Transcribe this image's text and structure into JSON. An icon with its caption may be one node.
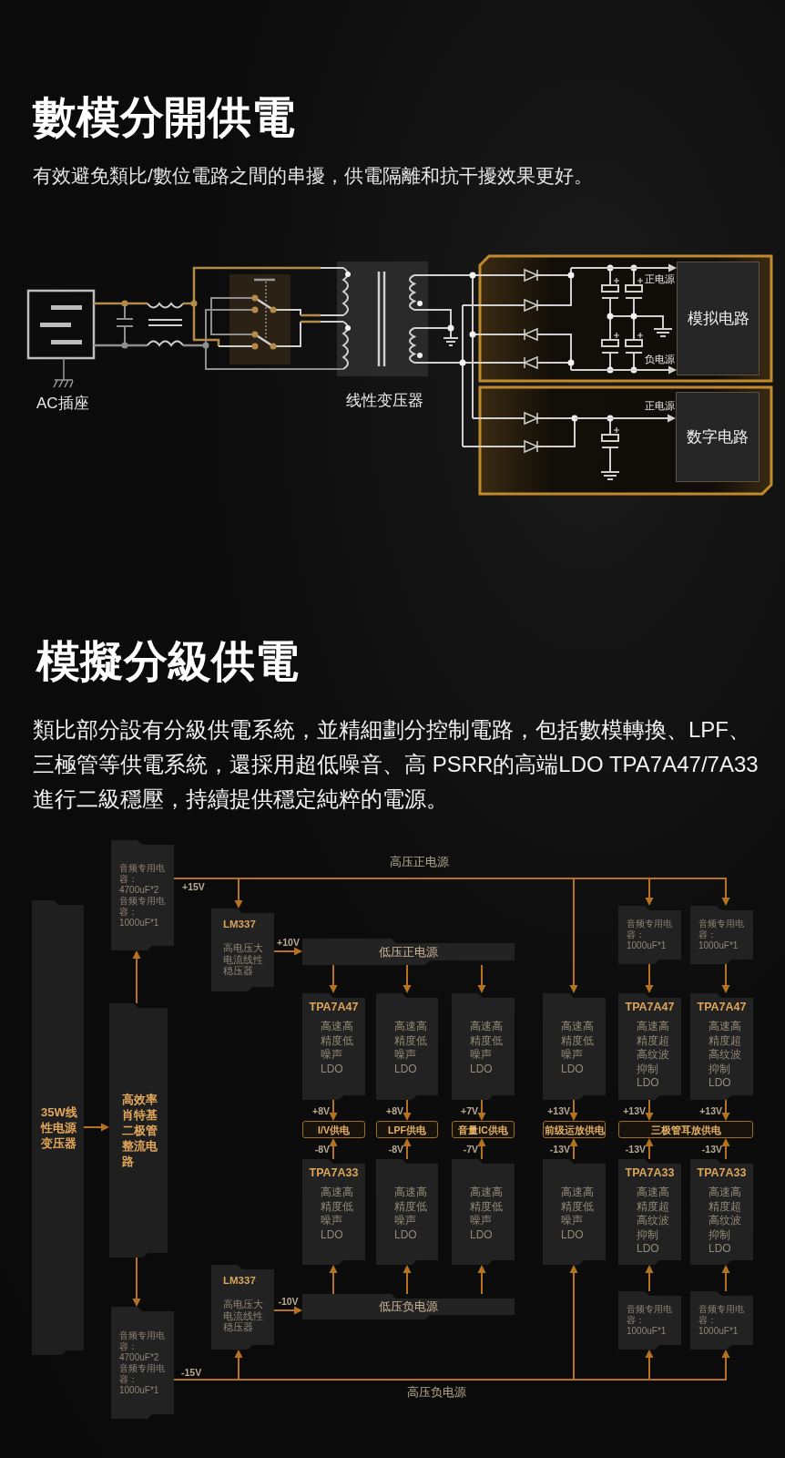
{
  "diagram": {
    "title": "數模分開供電",
    "nodes": [
      {
        "text": [
          "模拟电路"
        ]
      },
      {
        "text": [
          "数字电路"
        ]
      },
      {
        "text": [
          "35W线性电源变压器"
        ]
      },
      {
        "text": [
          "高效率肖特基二极管整流电路"
        ]
      },
      {
        "text": [
          "音频专用电容：4700uF*2",
          "音频专用电容：1000uF*1"
        ]
      },
      {
        "text": [
          "LM337",
          "高电压大电流线性稳压器"
        ]
      },
      {
        "text": [
          "低压正电源"
        ]
      },
      {
        "text": [
          "音频专用电容：1000uF*1"
        ]
      },
      {
        "text": [
          "音频专用电容：1000uF*1"
        ]
      },
      {
        "text": [
          "TPA7A47",
          "高速高精度低噪声LDO"
        ]
      },
      {
        "text": [
          "高速高精度低噪声LDO"
        ]
      },
      {
        "text": [
          "高速高精度低噪声LDO"
        ]
      },
      {
        "text": [
          "高速高精度低噪声LDO"
        ]
      },
      {
        "text": [
          "TPA7A47",
          "高速高精度超高纹波抑制LDO"
        ]
      },
      {
        "text": [
          "TPA7A47",
          "高速高精度超高纹波抑制LDO"
        ]
      },
      {
        "text": [
          "I/V供电"
        ]
      },
      {
        "text": [
          "LPF供电"
        ]
      },
      {
        "text": [
          "音量IC供电"
        ]
      },
      {
        "text": [
          "前级运放供电"
        ]
      },
      {
        "text": [
          "三极管耳放供电"
        ]
      },
      {
        "text": [
          "TPA7A33",
          "高速高精度低噪声LDO"
        ]
      },
      {
        "text": [
          "高速高精度低噪声LDO"
        ]
      },
      {
        "text": [
          "高速高精度低噪声LDO"
        ]
      },
      {
        "text": [
          "高速高精度低噪声LDO"
        ]
      },
      {
        "text": [
          "TPA7A33",
          "高速高精度超高纹波抑制LDO"
        ]
      },
      {
        "text": [
          "TPA7A33",
          "高速高精度超高纹波抑制LDO"
        ]
      },
      {
        "text": [
          "LM337",
          "高电压大电流线性稳压器"
        ]
      },
      {
        "text": [
          "低压负电源"
        ]
      },
      {
        "text": [
          "音频专用电容：1000uF*1"
        ]
      },
      {
        "text": [
          "音频专用电容：1000uF*1"
        ]
      },
      {
        "text": [
          "音频专用电容：4700uF*2",
          "音频专用电容：1000uF*1"
        ]
      }
    ],
    "edges": [
      {
        "from": 2,
        "to": 3,
        "arrow": "to"
      },
      {
        "from": 3,
        "to": 4,
        "arrow": "to"
      },
      {
        "from": 3,
        "to": 30,
        "arrow": "to"
      },
      {
        "from": 4,
        "to": 5,
        "arrow": "to"
      },
      {
        "from": 4,
        "to": 12,
        "arrow": "to"
      },
      {
        "from": 4,
        "to": 7,
        "arrow": "to"
      },
      {
        "from": 4,
        "to": 8,
        "arrow": "to"
      },
      {
        "from": 5,
        "to": 6,
        "arrow": "to",
        "label": "+10V"
      },
      {
        "from": 6,
        "to": 9,
        "arrow": "to"
      },
      {
        "from": 6,
        "to": 10,
        "arrow": "to"
      },
      {
        "from": 6,
        "to": 11,
        "arrow": "to"
      },
      {
        "from": 7,
        "to": 13,
        "arrow": "to"
      },
      {
        "from": 8,
        "to": 14,
        "arrow": "to"
      },
      {
        "from": 9,
        "to": 15,
        "arrow": "to",
        "label": "+8V"
      },
      {
        "from": 10,
        "to": 16,
        "arrow": "to",
        "label": "+8V"
      },
      {
        "from": 11,
        "to": 17,
        "arrow": "to",
        "label": "+7V"
      },
      {
        "from": 12,
        "to": 18,
        "arrow": "to",
        "label": "+13V"
      },
      {
        "from": 13,
        "to": 19,
        "arrow": "to",
        "label": "+13V"
      },
      {
        "from": 14,
        "to": 19,
        "arrow": "to",
        "label": "+13V"
      },
      {
        "from": 20,
        "to": 15,
        "arrow": "to",
        "label": "-8V"
      },
      {
        "from": 21,
        "to": 16,
        "arrow": "to",
        "label": "-8V"
      },
      {
        "from": 22,
        "to": 17,
        "arrow": "to",
        "label": "-7V"
      },
      {
        "from": 23,
        "to": 18,
        "arrow": "to",
        "label": "-13V"
      },
      {
        "from": 24,
        "to": 19,
        "arrow": "to",
        "label": "-13V"
      },
      {
        "from": 25,
        "to": 19,
        "arrow": "to",
        "label": "-13V"
      },
      {
        "from": 27,
        "to": 20,
        "arrow": "to"
      },
      {
        "from": 27,
        "to": 21,
        "arrow": "to"
      },
      {
        "from": 27,
        "to": 22,
        "arrow": "to"
      },
      {
        "from": 26,
        "to": 27,
        "arrow": "to",
        "label": "-10V"
      },
      {
        "from": 30,
        "to": 26,
        "arrow": "to"
      },
      {
        "from": 30,
        "to": 23,
        "arrow": "to"
      },
      {
        "from": 30,
        "to": 28,
        "arrow": "to"
      },
      {
        "from": 30,
        "to": 29,
        "arrow": "to"
      },
      {
        "from": 28,
        "to": 24,
        "arrow": "to"
      },
      {
        "from": 29,
        "to": 25,
        "arrow": "to"
      },
      {
        "from": null,
        "to": 0,
        "arrow": "to",
        "label": "正电源",
        "color": "#d0d0d0"
      },
      {
        "from": null,
        "to": 0,
        "arrow": "to",
        "label": "负电源",
        "color": "#d0d0d0"
      },
      {
        "from": null,
        "to": 1,
        "arrow": "to",
        "label": "正电源",
        "color": "#d0d0d0"
      }
    ],
    "labels": [
      "有效避免類比/數位電路之間的串擾，供電隔離和抗干擾效果更好。",
      "AC插座",
      "线性变压器",
      "模擬分級供電",
      "類比部分設有分級供電系統，並精細劃分控制電路，包括數模轉換、LPF、三極管等供電系統，還採用超低噪音、高 PSRR的高端LDO TPA7A47/7A33進行二級穩壓，持續提供穩定純粹的電源。",
      "高压正电源",
      "+15V",
      "-15V",
      "高压负电源"
    ]
  }
}
